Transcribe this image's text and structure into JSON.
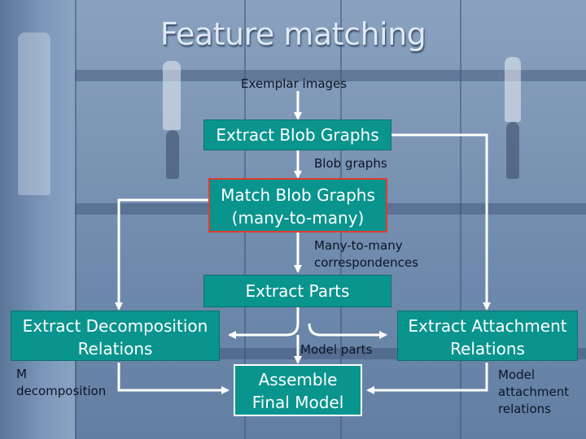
{
  "title": "Feature matching",
  "colors": {
    "box_fill": "#0a948e",
    "arrow": "#ffffff",
    "highlight_border": "#e23b2f",
    "title_text": "#dfe8f6"
  },
  "boxes": {
    "extract_blob": [
      "Extract Blob Graphs"
    ],
    "match_blob": [
      "Match Blob Graphs",
      "(many-to-many)"
    ],
    "extract_parts": [
      "Extract Parts"
    ],
    "extract_decomposition": [
      "Extract Decomposition",
      "Relations"
    ],
    "extract_attachment": [
      "Extract Attachment",
      "Relations"
    ],
    "assemble": [
      "Assemble",
      "Final Model"
    ]
  },
  "labels": {
    "exemplar_images": "Exemplar images",
    "blob_graphs": "Blob graphs",
    "correspondences": [
      "Many-to-many",
      "correspondences"
    ],
    "model_parts": "Model parts",
    "model_decomposition": [
      "M",
      "decomposition"
    ],
    "model_attachment": [
      "Model",
      "attachment",
      "relations"
    ]
  }
}
